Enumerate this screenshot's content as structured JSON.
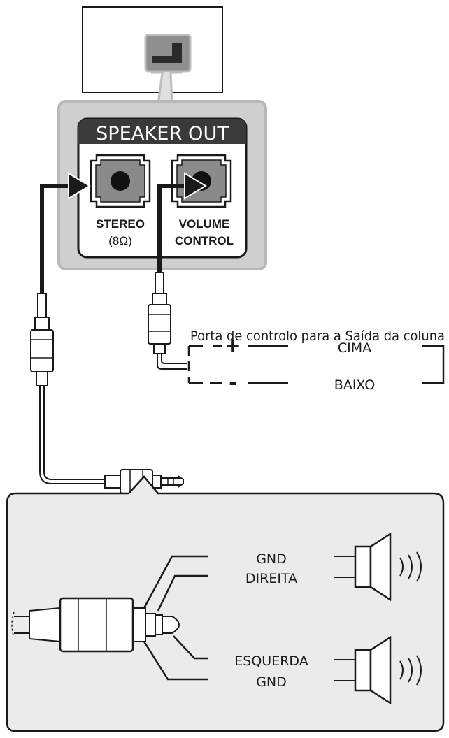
{
  "panel": {
    "title": "SPEAKER OUT",
    "jack_stereo": {
      "line1": "STEREO",
      "line2": "(8Ω)"
    },
    "jack_volume": {
      "line1": "VOLUME",
      "line2": "CONTROL"
    }
  },
  "control_port": {
    "caption": "Porta de controlo para a Saída da coluna",
    "plus_symbol": "+",
    "minus_symbol": "-",
    "up_label": "CIMA",
    "down_label": "BAIXO"
  },
  "plug_detail": {
    "gnd_top": "GND",
    "right": "DIREITA",
    "left": "ESQUERDA",
    "gnd_bottom": "GND"
  },
  "colors": {
    "outline": "#1a1a1a",
    "panel_gray": "#c8c8c8",
    "title_bar": "#3a3a3a",
    "jack_gray": "#8a8a8a",
    "detail_bg": "#ebebeb"
  }
}
